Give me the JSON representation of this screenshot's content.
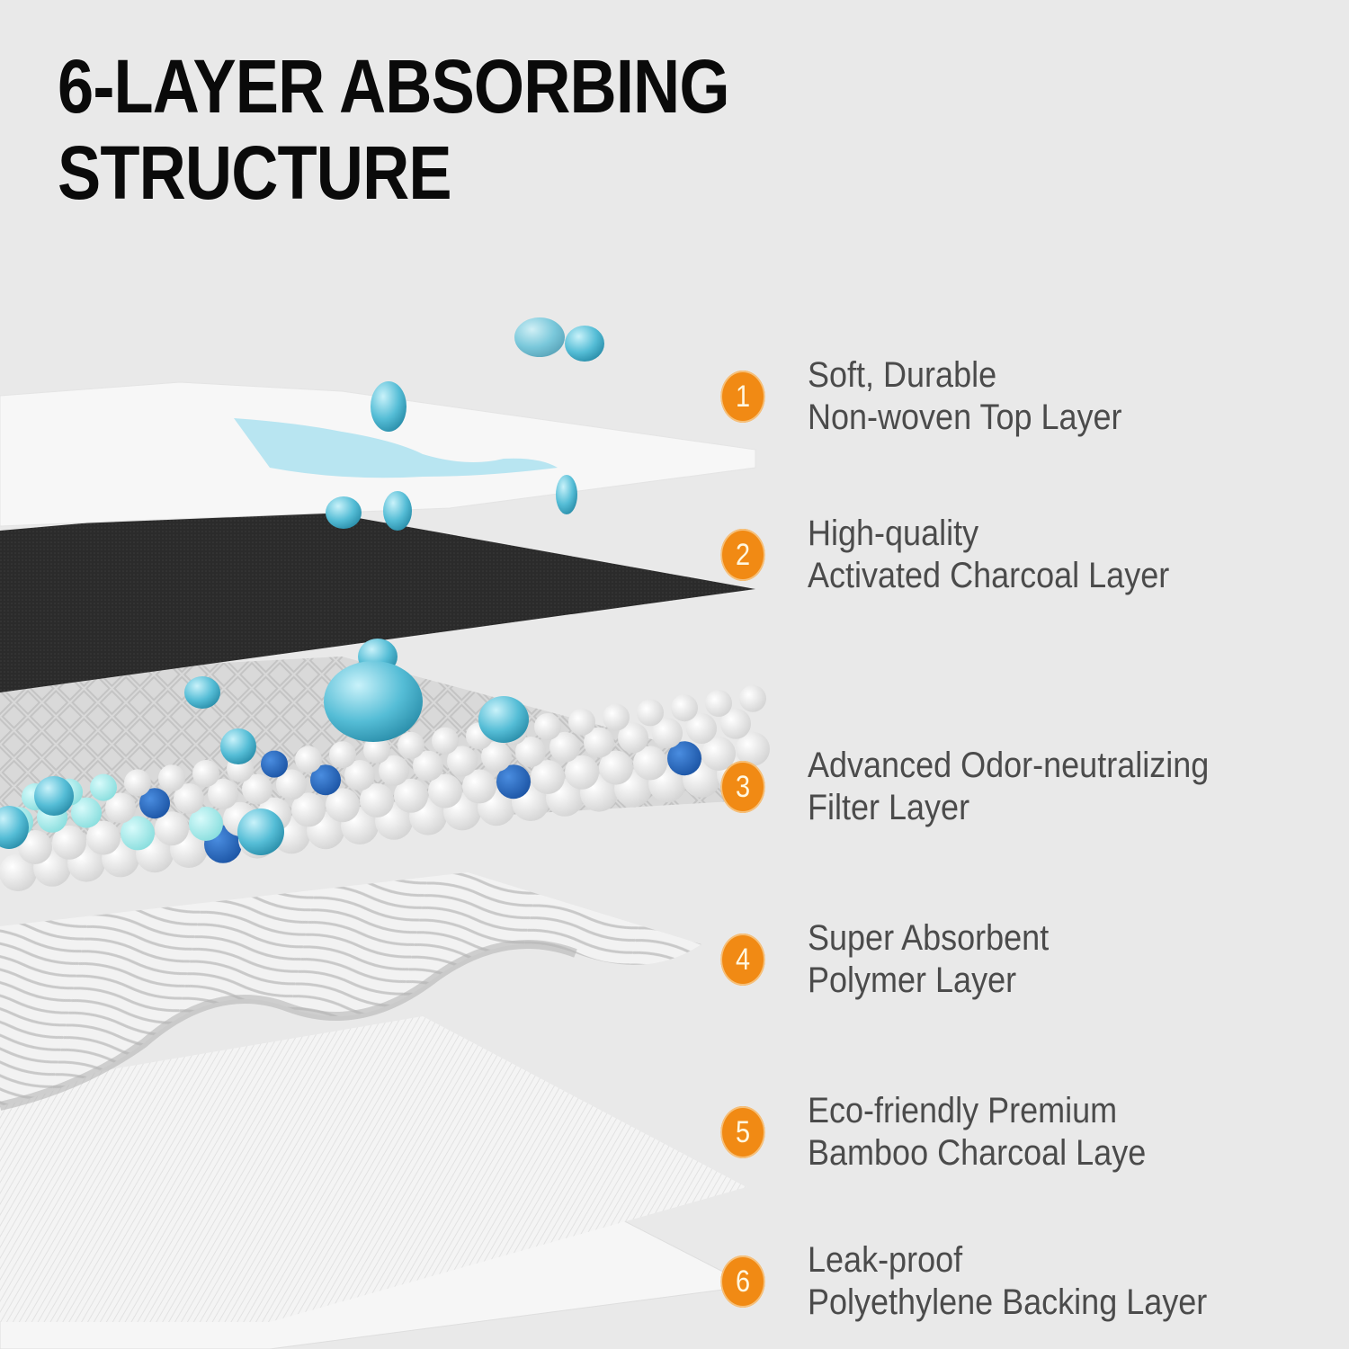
{
  "title": {
    "line1": "6-LAYER ABSORBING",
    "line2": "STRUCTURE"
  },
  "colors": {
    "background": "#e9e9e9",
    "badge": "#f18a14",
    "title_text": "#0a0a0a",
    "label_text": "#4b4b4b",
    "water": "#5bc6dc",
    "sap_blue": "#2a6fc0",
    "charcoal": "#2a2a2a"
  },
  "layers": [
    {
      "number": "1",
      "line1": "Soft, Durable",
      "line2": "Non-woven Top Layer"
    },
    {
      "number": "2",
      "line1": "High-quality",
      "line2": "Activated Charcoal Layer"
    },
    {
      "number": "3",
      "line1": "Advanced Odor-neutralizing",
      "line2": "Filter Layer"
    },
    {
      "number": "4",
      "line1": "Super Absorbent",
      "line2": "Polymer Layer"
    },
    {
      "number": "5",
      "line1": "Eco-friendly Premium",
      "line2": "Bamboo Charcoal Laye"
    },
    {
      "number": "6",
      "line1": "Leak-proof",
      "line2": "Polyethylene Backing Layer"
    }
  ]
}
